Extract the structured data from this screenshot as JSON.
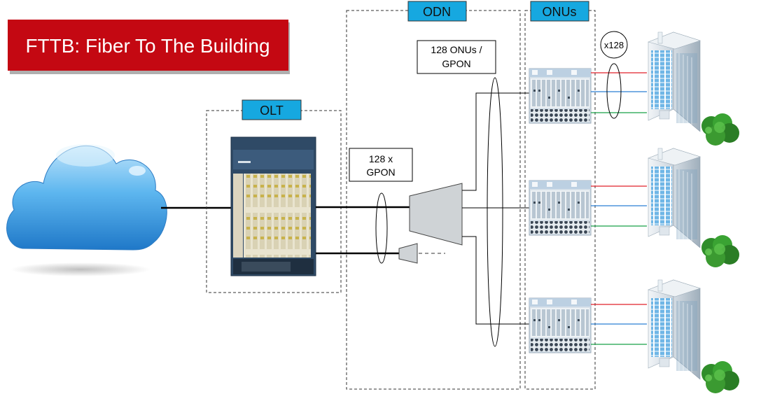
{
  "title": "FTTB: Fiber To The Building",
  "sections": {
    "olt": "OLT",
    "odn": "ODN",
    "onus": "ONUs"
  },
  "labels": {
    "pon_capacity": [
      "128 x",
      "GPON"
    ],
    "onus_per_gpon": [
      "128 ONUs /",
      "GPON"
    ],
    "multiplier": "x128"
  },
  "colors": {
    "title_bg": "#c40812",
    "tag_bg": "#16a8e0",
    "fiber_red": "#e0202a",
    "fiber_blue": "#2a7fd4",
    "fiber_green": "#18a048",
    "cloud": "#4aa6e6"
  }
}
